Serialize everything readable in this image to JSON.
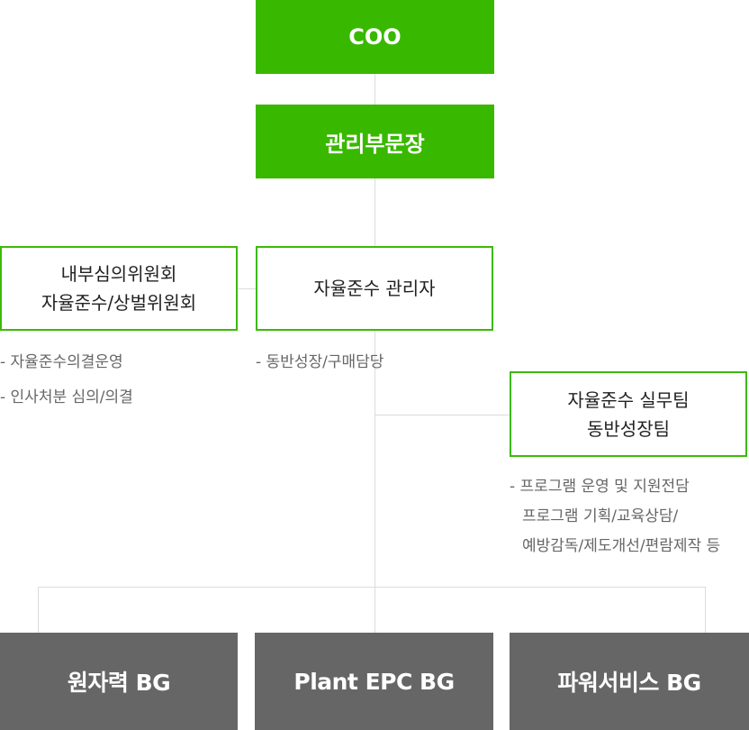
{
  "coo": "COO",
  "admin_head": "관리부문장",
  "committee": {
    "line1": "내부심의위원회",
    "line2": "자율준수/상벌위원회"
  },
  "compliance_manager": "자율준수 관리자",
  "working_team": {
    "line1": "자율준수 실무팀",
    "line2": "동반성장팀"
  },
  "committee_notes": [
    "- 자율준수의결운영",
    "- 인사처분 심의/의결"
  ],
  "manager_notes": [
    "- 동반성장/구매담당"
  ],
  "team_notes": [
    "- 프로그램 운영 및 지원전담",
    "프로그램 기획/교육상담/",
    "예방감독/제도개선/편람제작 등"
  ],
  "business_groups": [
    "원자력 BG",
    "Plant EPC BG",
    "파워서비스 BG"
  ],
  "colors": {
    "green": "#39b800",
    "green_border": "#3cba06",
    "gray": "#666666",
    "connector": "#dcdcdc"
  }
}
